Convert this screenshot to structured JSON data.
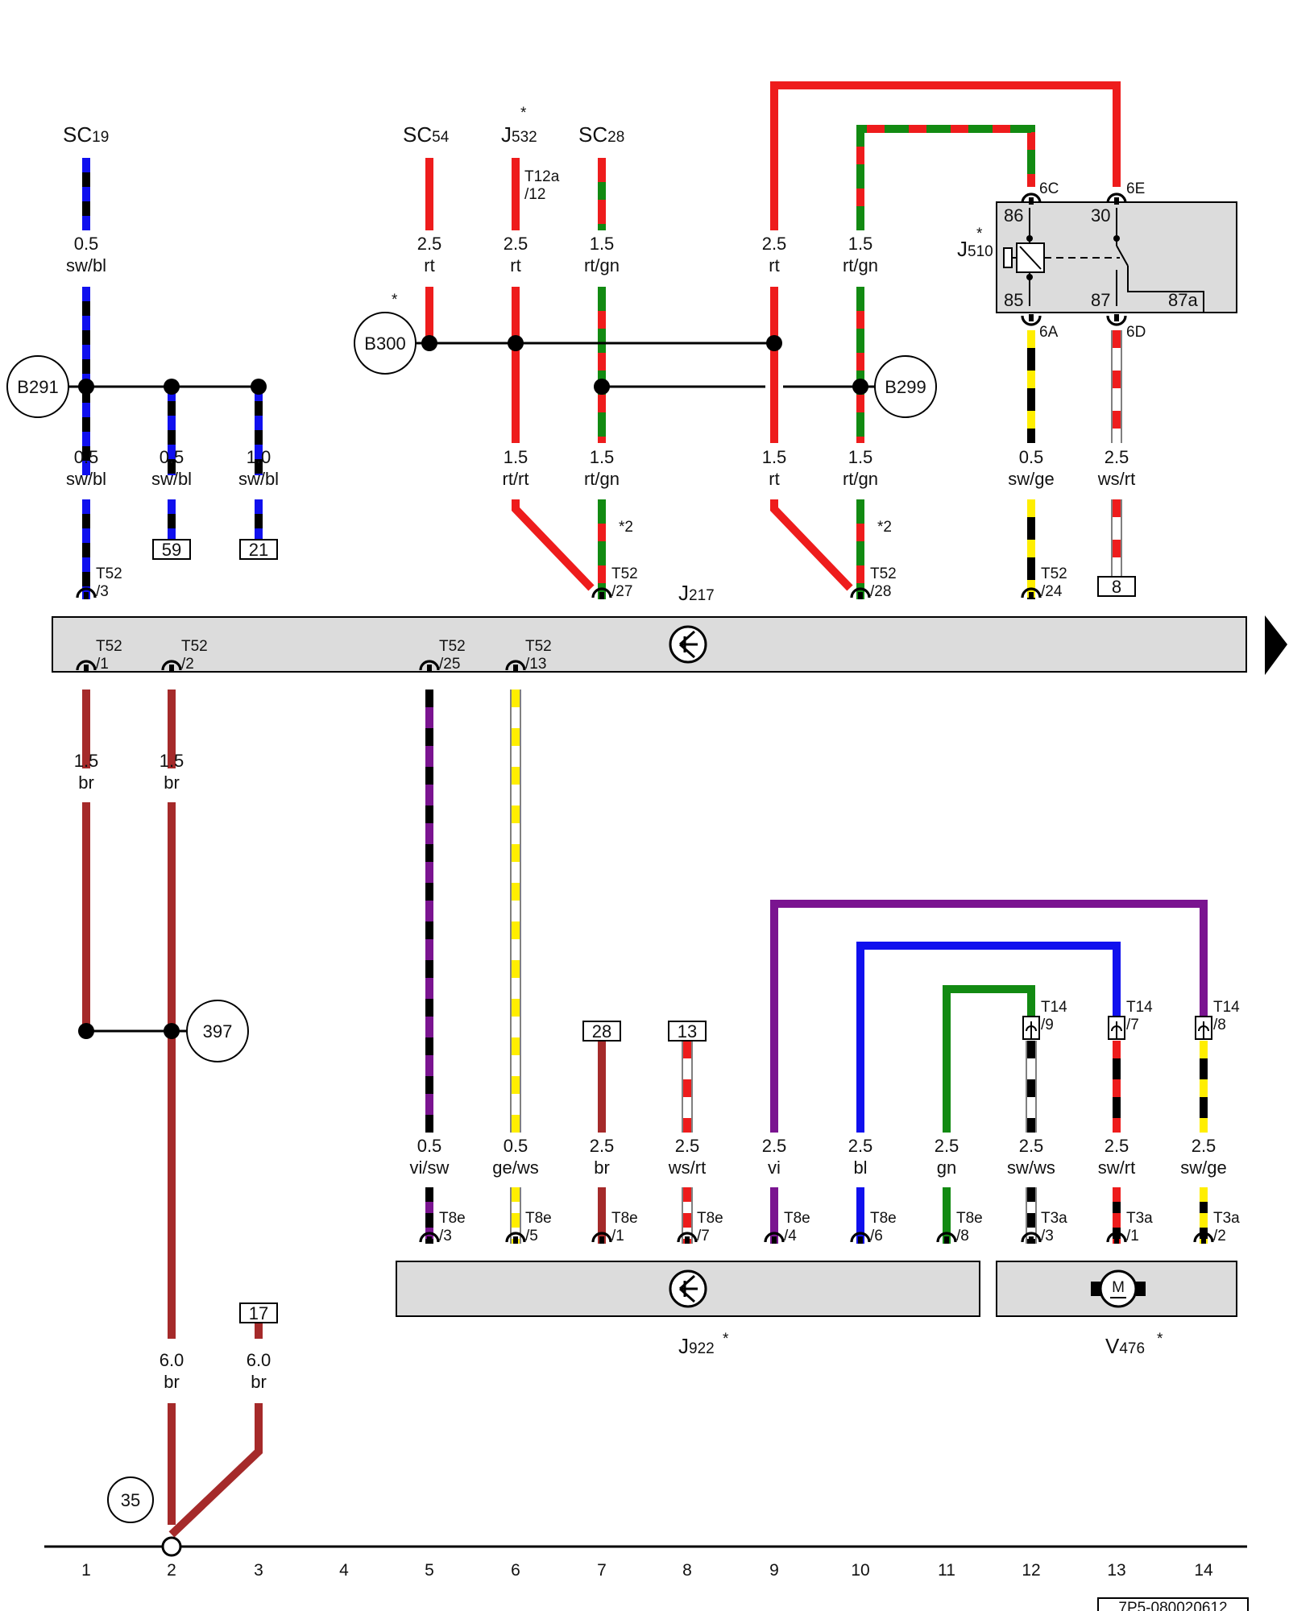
{
  "colors": {
    "rt": "#ee1c1c",
    "gn": "#128a12",
    "sw": "#000000",
    "bl": "#1010ee",
    "ge": "#ffee00",
    "ws": "#ffffff",
    "br": "#a52a2a",
    "vi": "#7a1490",
    "box": "#dcdcdc"
  },
  "top_labels": {
    "sc19": {
      "main": "SC",
      "sub": "19"
    },
    "sc54": {
      "main": "SC",
      "sub": "54"
    },
    "j532": {
      "main": "J",
      "sub": "532",
      "star": "*"
    },
    "sc28": {
      "main": "SC",
      "sub": "28"
    },
    "t12a": {
      "line1": "T12a",
      "line2": "/12"
    }
  },
  "wire_labels": [
    {
      "size": "0.5",
      "color": "sw/bl"
    },
    {
      "size": "2.5",
      "color": "rt"
    },
    {
      "size": "2.5",
      "color": "rt"
    },
    {
      "size": "1.5",
      "color": "rt/gn"
    },
    {
      "size": "2.5",
      "color": "rt"
    },
    {
      "size": "1.5",
      "color": "rt/gn"
    },
    {
      "size": "0.5",
      "color": "sw/bl"
    },
    {
      "size": "0.5",
      "color": "sw/bl"
    },
    {
      "size": "1.0",
      "color": "sw/bl"
    },
    {
      "size": "1.5",
      "color": "rt/rt"
    },
    {
      "size": "1.5",
      "color": "rt/gn"
    },
    {
      "size": "1.5",
      "color": "rt"
    },
    {
      "size": "1.5",
      "color": "rt/gn"
    },
    {
      "size": "0.5",
      "color": "sw/ge"
    },
    {
      "size": "2.5",
      "color": "ws/rt"
    },
    {
      "size": "1.5",
      "color": "br"
    },
    {
      "size": "1.5",
      "color": "br"
    },
    {
      "size": "0.5",
      "color": "vi/sw"
    },
    {
      "size": "0.5",
      "color": "ge/ws"
    },
    {
      "size": "2.5",
      "color": "br"
    },
    {
      "size": "2.5",
      "color": "ws/rt"
    },
    {
      "size": "2.5",
      "color": "vi"
    },
    {
      "size": "2.5",
      "color": "bl"
    },
    {
      "size": "2.5",
      "color": "gn"
    },
    {
      "size": "2.5",
      "color": "sw/ws"
    },
    {
      "size": "2.5",
      "color": "sw/rt"
    },
    {
      "size": "2.5",
      "color": "sw/ge"
    },
    {
      "size": "6.0",
      "color": "br"
    },
    {
      "size": "6.0",
      "color": "br"
    }
  ],
  "circles": {
    "b291": "B291",
    "b300": "B300",
    "b299": "B299",
    "c397": "397",
    "c35": "35"
  },
  "boxes": {
    "ref59": "59",
    "ref21": "21",
    "ref8": "8",
    "ref28": "28",
    "ref13": "13",
    "ref17": "17"
  },
  "relay": {
    "name": {
      "main": "J",
      "sub": "510",
      "star": "*"
    },
    "pins": {
      "p86": "86",
      "p30": "30",
      "p85": "85",
      "p87": "87",
      "p87a": "87a"
    },
    "conn": {
      "c6c": "6C",
      "c6e": "6E",
      "c6a": "6A",
      "c6d": "6D"
    }
  },
  "j217": {
    "main": "J",
    "sub": "217"
  },
  "connectors": [
    {
      "l1": "T52",
      "l2": "/3"
    },
    {
      "l1": "T52",
      "l2": "/27"
    },
    {
      "l1": "T52",
      "l2": "/28"
    },
    {
      "l1": "T52",
      "l2": "/24"
    },
    {
      "l1": "T52",
      "l2": "/1"
    },
    {
      "l1": "T52",
      "l2": "/2"
    },
    {
      "l1": "T52",
      "l2": "/25"
    },
    {
      "l1": "T52",
      "l2": "/13"
    },
    {
      "l1": "T14",
      "l2": "/9"
    },
    {
      "l1": "T14",
      "l2": "/7"
    },
    {
      "l1": "T14",
      "l2": "/8"
    },
    {
      "l1": "T8e",
      "l2": "/3"
    },
    {
      "l1": "T8e",
      "l2": "/5"
    },
    {
      "l1": "T8e",
      "l2": "/1"
    },
    {
      "l1": "T8e",
      "l2": "/7"
    },
    {
      "l1": "T8e",
      "l2": "/4"
    },
    {
      "l1": "T8e",
      "l2": "/6"
    },
    {
      "l1": "T8e",
      "l2": "/8"
    },
    {
      "l1": "T3a",
      "l2": "/3"
    },
    {
      "l1": "T3a",
      "l2": "/1"
    },
    {
      "l1": "T3a",
      "l2": "/2"
    }
  ],
  "notes": {
    "n1": "*2",
    "n2": "*2",
    "b300_star": "*"
  },
  "j922": {
    "main": "J",
    "sub": "922",
    "star": "*"
  },
  "v476": {
    "main": "V",
    "sub": "476",
    "star": "*"
  },
  "motor_glyph": "M",
  "columns": [
    "1",
    "2",
    "3",
    "4",
    "5",
    "6",
    "7",
    "8",
    "9",
    "10",
    "11",
    "12",
    "13",
    "14"
  ],
  "doc_id": "7P5-080020612"
}
